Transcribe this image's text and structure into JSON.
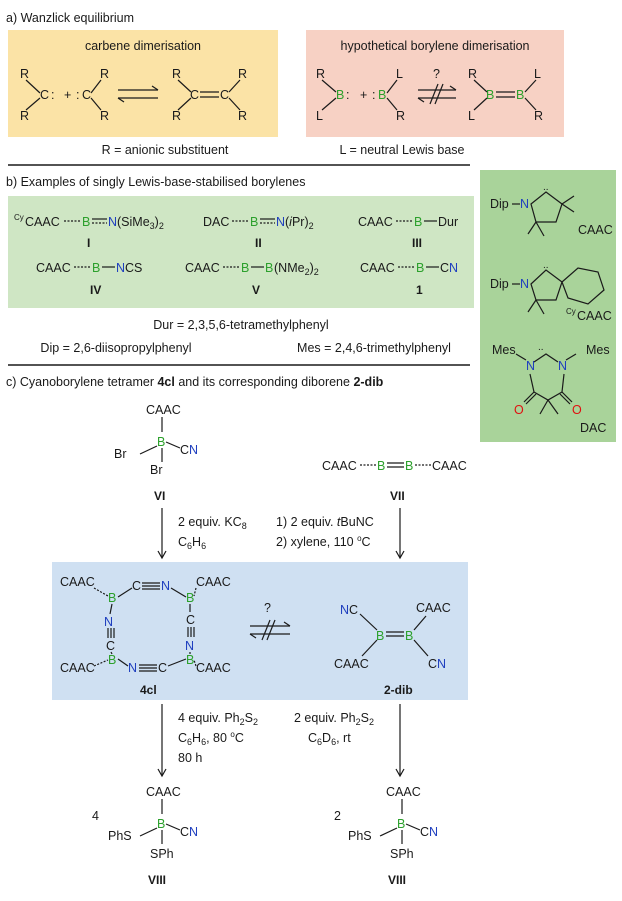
{
  "colors": {
    "boron": "#2ca02c",
    "nitrogen": "#1f3fbf",
    "oxygen": "#e01010",
    "panel_yellow": "#fbe3a6",
    "panel_pink": "#f7d1c4",
    "panel_green": "#cfe6c4",
    "panel_green_side": "#a9d39a",
    "panel_blue": "#cfe0f2"
  },
  "section_a": {
    "heading": "a) Wanzlick equilibrium",
    "carbene_title": "carbene dimerisation",
    "borylene_title": "hypothetical borylene dimerisation",
    "question": "?",
    "r_note": "R = anionic substituent",
    "l_note": "L = neutral Lewis base",
    "sym_R": "R",
    "sym_L": "L",
    "sym_C": "C",
    "sym_B": "B",
    "colon": ":",
    "plus": "+"
  },
  "section_b": {
    "heading": "b) Examples of singly Lewis-base-stabilised borylenes",
    "compounds": [
      {
        "formula": "CAAC---B---N(SiMe3)2",
        "prefix": "Cy",
        "left": "CAAC",
        "b": "B",
        "n": "N",
        "rest": "(SiMe",
        "sub3": "3",
        "rest2": ")",
        "sub2": "2",
        "label": "I"
      },
      {
        "left": "DAC",
        "b": "B",
        "n": "N",
        "rest": "(",
        "ital": "i",
        "rest2": "Pr)",
        "sub2": "2",
        "label": "II"
      },
      {
        "left": "CAAC",
        "b": "B",
        "rest": "Dur",
        "label": "III"
      },
      {
        "left": "CAAC",
        "b": "B",
        "n": "N",
        "rest": "CS",
        "label": "IV"
      },
      {
        "left": "CAAC",
        "b": "B",
        "b2": "B",
        "rest": "(NMe",
        "sub2": "2",
        "rest2": ")",
        "sub2b": "2",
        "label": "V"
      },
      {
        "left": "CAAC",
        "b": "B",
        "c": "C",
        "n": "N",
        "label": "1"
      }
    ],
    "dur_note": "Dur = 2,3,5,6-tetramethylphenyl",
    "dip_note": "Dip = 2,6-diisopropylphenyl",
    "mes_note": "Mes = 2,4,6-trimethylphenyl"
  },
  "side_panel": {
    "dip": "Dip",
    "n": "N",
    "caac": "CAAC",
    "cy": "Cy",
    "mes": "Mes",
    "o": "O",
    "dac": "DAC"
  },
  "section_c": {
    "heading_pre": "c) Cyanoborylene tetramer ",
    "heading_bold1": "4cl",
    "heading_mid": " and its corresponding diborene ",
    "heading_bold2": "2-dib",
    "vi_label": "VI",
    "vii_label": "VII",
    "cl_label": "4cl",
    "dib_label": "2-dib",
    "viii_label": "VIII",
    "vii_formula_caac": "CAAC",
    "br": "Br",
    "cond_left_1": "2 equiv. KC",
    "cond_left_1_sub": "8",
    "cond_left_2": "C",
    "cond_left_2_sub1": "6",
    "cond_left_2_mid": "H",
    "cond_left_2_sub2": "6",
    "cond_right_1": "1) 2 equiv. ",
    "cond_right_1_it": "t",
    "cond_right_1_rest": "BuNC",
    "cond_right_2": "2) xylene, 110 ",
    "cond_right_2_sup": "o",
    "cond_right_2_end": "C",
    "question": "?",
    "cond_bl_1": "4 equiv. Ph",
    "cond_bl_1_sub": "2",
    "cond_bl_1_end": "S",
    "cond_bl_1_sub2": "2",
    "cond_bl_2": "C",
    "cond_bl_2_sub": "6",
    "cond_bl_2_h": "H",
    "cond_bl_2_sub2": "6",
    "cond_bl_2_end": ", 80 ",
    "cond_bl_2_sup": "o",
    "cond_bl_2_c": "C",
    "cond_bl_3": "80 h",
    "cond_br_1": "2 equiv. Ph",
    "cond_br_1_sub": "2",
    "cond_br_1_end": "S",
    "cond_br_1_sub2": "2",
    "cond_br_2": "C",
    "cond_br_2_sub": "6",
    "cond_br_2_d": "D",
    "cond_br_2_sub2": "6",
    "cond_br_2_end": ", rt",
    "coef_left": "4",
    "coef_right": "2",
    "phs": "PhS",
    "sph": "SPh"
  }
}
